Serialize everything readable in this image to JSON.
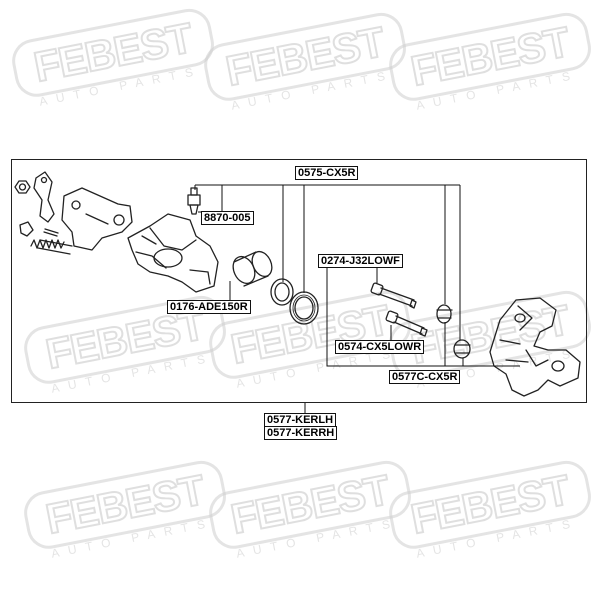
{
  "watermark": {
    "brand": "FEBEST",
    "sub": "AUTO PARTS"
  },
  "labels": {
    "kit_main": "0575-CX5R",
    "bleeder": "8870-005",
    "guide_pin_1": "0274-J32LOWF",
    "piston": "0176-ADE150R",
    "guide_pin_2": "0574-CX5LOWR",
    "bushing_kit": "0577C-CX5R",
    "caliper_lh": "0577-KERLH",
    "caliper_rh": "0577-KERRH"
  },
  "colors": {
    "line": "#222222",
    "watermark": "#c6c6c6"
  }
}
